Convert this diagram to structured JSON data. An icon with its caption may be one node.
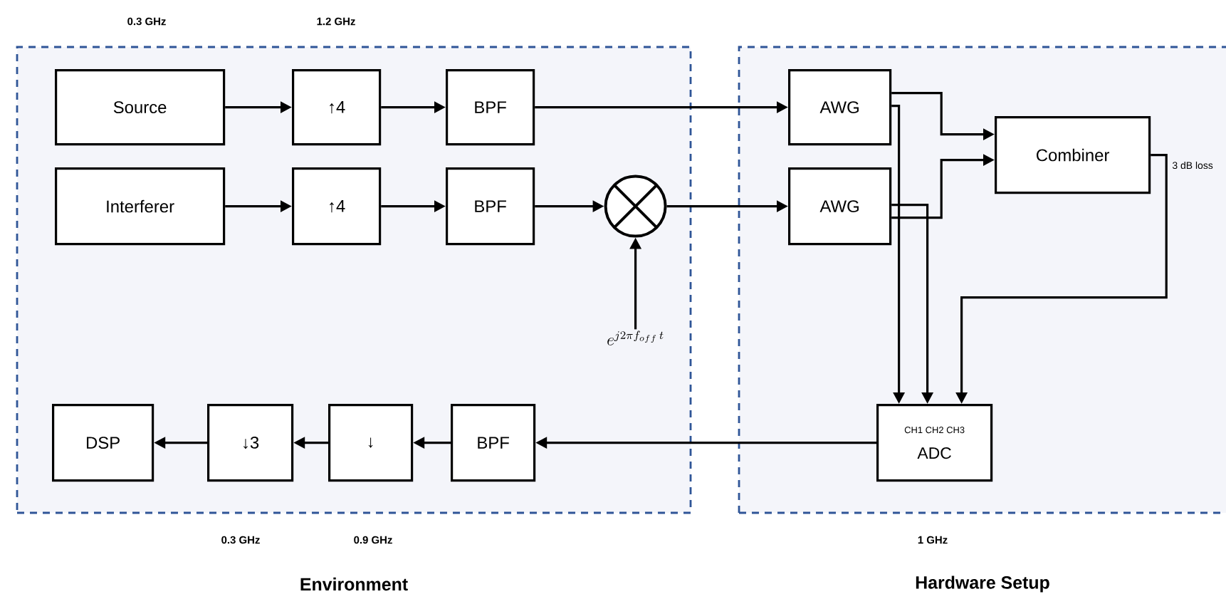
{
  "diagram": {
    "nodes": [
      {
        "text": [
          "Environment"
        ]
      },
      {
        "text": [
          "Hardware Setup"
        ]
      },
      {
        "text": [
          "Source"
        ],
        "in": 0
      },
      {
        "text": [
          "↑4"
        ],
        "in": 0
      },
      {
        "text": [
          "BPF"
        ],
        "in": 0
      },
      {
        "text": [
          "Interferer"
        ],
        "in": 0
      },
      {
        "text": [
          "↑4"
        ],
        "in": 0
      },
      {
        "text": [
          "BPF"
        ],
        "in": 0
      },
      {
        "text": [],
        "shape": "circle",
        "in": 0
      },
      {
        "text": [
          "e^{j2\\pi f_{off}\\, t}"
        ],
        "in": 0
      },
      {
        "text": [
          "AWG"
        ],
        "in": 1
      },
      {
        "text": [
          "AWG"
        ],
        "in": 1
      },
      {
        "text": [
          "Combiner"
        ],
        "in": 1
      },
      {
        "text": [
          "CH1",
          "CH2",
          "CH3",
          "ADC"
        ],
        "in": 1
      },
      {
        "text": [
          "BPF"
        ],
        "in": 0
      },
      {
        "text": [
          "↓"
        ],
        "in": 0
      },
      {
        "text": [
          "↓3"
        ],
        "in": 0
      },
      {
        "text": [
          "DSP"
        ],
        "in": 0
      }
    ],
    "edges": [
      {
        "from": 2,
        "to": 3,
        "arrow": "to"
      },
      {
        "from": 3,
        "to": 4,
        "arrow": "to"
      },
      {
        "from": 4,
        "to": 10,
        "arrow": "to"
      },
      {
        "from": 5,
        "to": 6,
        "arrow": "to"
      },
      {
        "from": 6,
        "to": 7,
        "arrow": "to"
      },
      {
        "from": 7,
        "to": 8,
        "arrow": "to"
      },
      {
        "from": 9,
        "to": 8,
        "arrow": "to"
      },
      {
        "from": 8,
        "to": 11,
        "arrow": "to"
      },
      {
        "from": 10,
        "to": 12,
        "arrow": "to"
      },
      {
        "from": 11,
        "to": 12,
        "arrow": "to"
      },
      {
        "from": 10,
        "to": 13,
        "arrow": "to"
      },
      {
        "from": 11,
        "to": 13,
        "arrow": "to"
      },
      {
        "from": 12,
        "to": 13,
        "arrow": "to"
      },
      {
        "from": 13,
        "to": 14,
        "arrow": "to"
      },
      {
        "from": 14,
        "to": 15,
        "arrow": "to"
      },
      {
        "from": 15,
        "to": 16,
        "arrow": "to"
      },
      {
        "from": 16,
        "to": 17,
        "arrow": "to"
      }
    ],
    "labels": [
      "0.3 GHz",
      "1.2 GHz",
      "3 dB loss",
      "0.3 GHz",
      "0.9 GHz",
      "1 GHz"
    ]
  }
}
